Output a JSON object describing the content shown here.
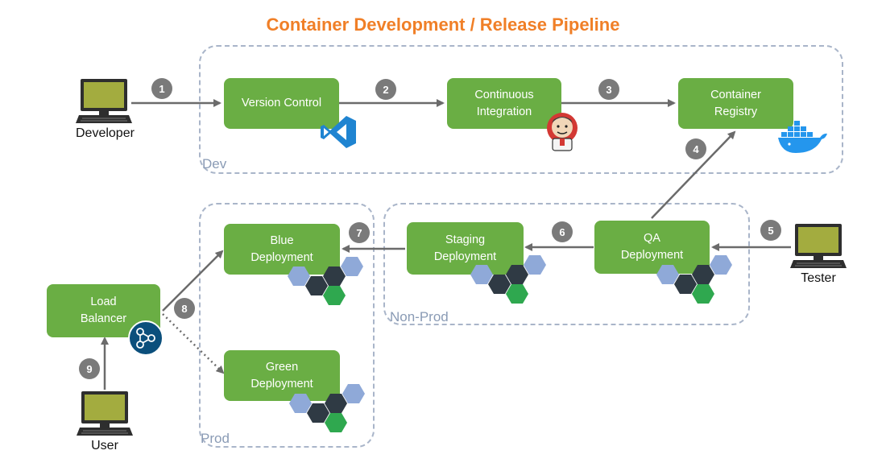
{
  "title": "Container Development / Release Pipeline",
  "zones": {
    "dev": "Dev",
    "nonprod": "Non-Prod",
    "prod": "Prod"
  },
  "actors": {
    "developer": "Developer",
    "tester": "Tester",
    "user": "User"
  },
  "boxes": {
    "version_control": "Version Control",
    "continuous_integration": "Continuous\nIntegration",
    "container_registry": "Container\nRegistry",
    "qa_deployment": "QA\nDeployment",
    "staging_deployment": "Staging\nDeployment",
    "blue_deployment": "Blue\nDeployment",
    "green_deployment": "Green\nDeployment",
    "load_balancer": "Load\nBalancer"
  },
  "steps": [
    "1",
    "2",
    "3",
    "4",
    "5",
    "6",
    "7",
    "8",
    "9"
  ],
  "colors": {
    "title": "#f07f27",
    "box": "#6aae44",
    "zone_border": "#a9b5c9",
    "step_badge": "#7a7a7a",
    "arrow": "#6b6b6b",
    "hex_light": "#8fa9d8",
    "hex_dark": "#2f3a44",
    "hex_green": "#2fa84f"
  },
  "icons": [
    "monitor-icon",
    "visual-studio-icon",
    "jenkins-icon",
    "docker-icon",
    "hexagon-cluster-icon",
    "load-balancer-icon"
  ]
}
